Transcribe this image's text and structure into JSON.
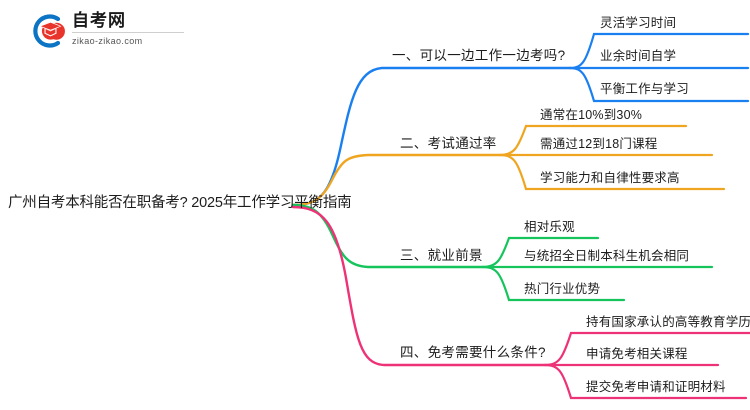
{
  "logo": {
    "name": "zikao-logo",
    "title": "自考网",
    "subtitle": "zikao-zikao.com",
    "arc_color": "#0b74c4",
    "cap_color": "#e8342a"
  },
  "mindmap": {
    "type": "mindmap",
    "root": {
      "text": "广州自考本科能否在职备考? 2025年工作学习平衡指南"
    },
    "branches": [
      {
        "index": "1",
        "label": "一、可以一边工作一边考吗?",
        "color": "#1a7ff0",
        "children": [
          {
            "label": "灵活学习时间"
          },
          {
            "label": "业余时间自学"
          },
          {
            "label": "平衡工作与学习"
          }
        ]
      },
      {
        "index": "2",
        "label": "二、考试通过率",
        "color": "#f0a520",
        "children": [
          {
            "label": "通常在10%到30%"
          },
          {
            "label": "需通过12到18门课程"
          },
          {
            "label": "学习能力和自律性要求高"
          }
        ]
      },
      {
        "index": "3",
        "label": "三、就业前景",
        "color": "#16c45c",
        "children": [
          {
            "label": "相对乐观"
          },
          {
            "label": "与统招全日制本科生机会相同"
          },
          {
            "label": "热门行业优势"
          }
        ]
      },
      {
        "index": "4",
        "label": "四、免考需要什么条件?",
        "color": "#ee3277",
        "children": [
          {
            "label": "持有国家承认的高等教育学历"
          },
          {
            "label": "申请免考相关课程"
          },
          {
            "label": "提交免考申请和证明材料"
          }
        ]
      }
    ]
  }
}
